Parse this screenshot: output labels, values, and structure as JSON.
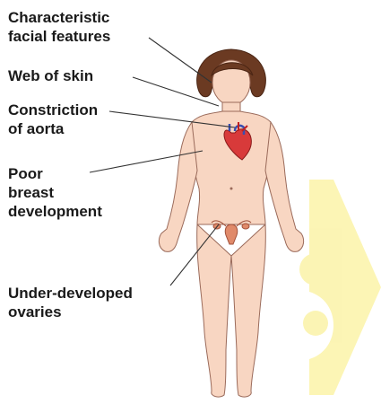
{
  "labels": {
    "facial_features": [
      "Characteristic",
      "facial features"
    ],
    "web_of_skin": [
      "Web of skin"
    ],
    "constriction": [
      "Constriction",
      "of aorta"
    ],
    "breast": [
      "Poor",
      "breast",
      "development"
    ],
    "ovaries": [
      "Under-developed",
      "ovaries"
    ]
  },
  "colors": {
    "skin": "#f8d6c2",
    "skin_outline": "#9a6a5a",
    "hair": "#6b3a22",
    "heart": "#d83a3a",
    "vessel": "#3a4fb0",
    "ovary": "#e08a6a",
    "leader_line": "#333333",
    "watermark": "#fbf2a0"
  }
}
